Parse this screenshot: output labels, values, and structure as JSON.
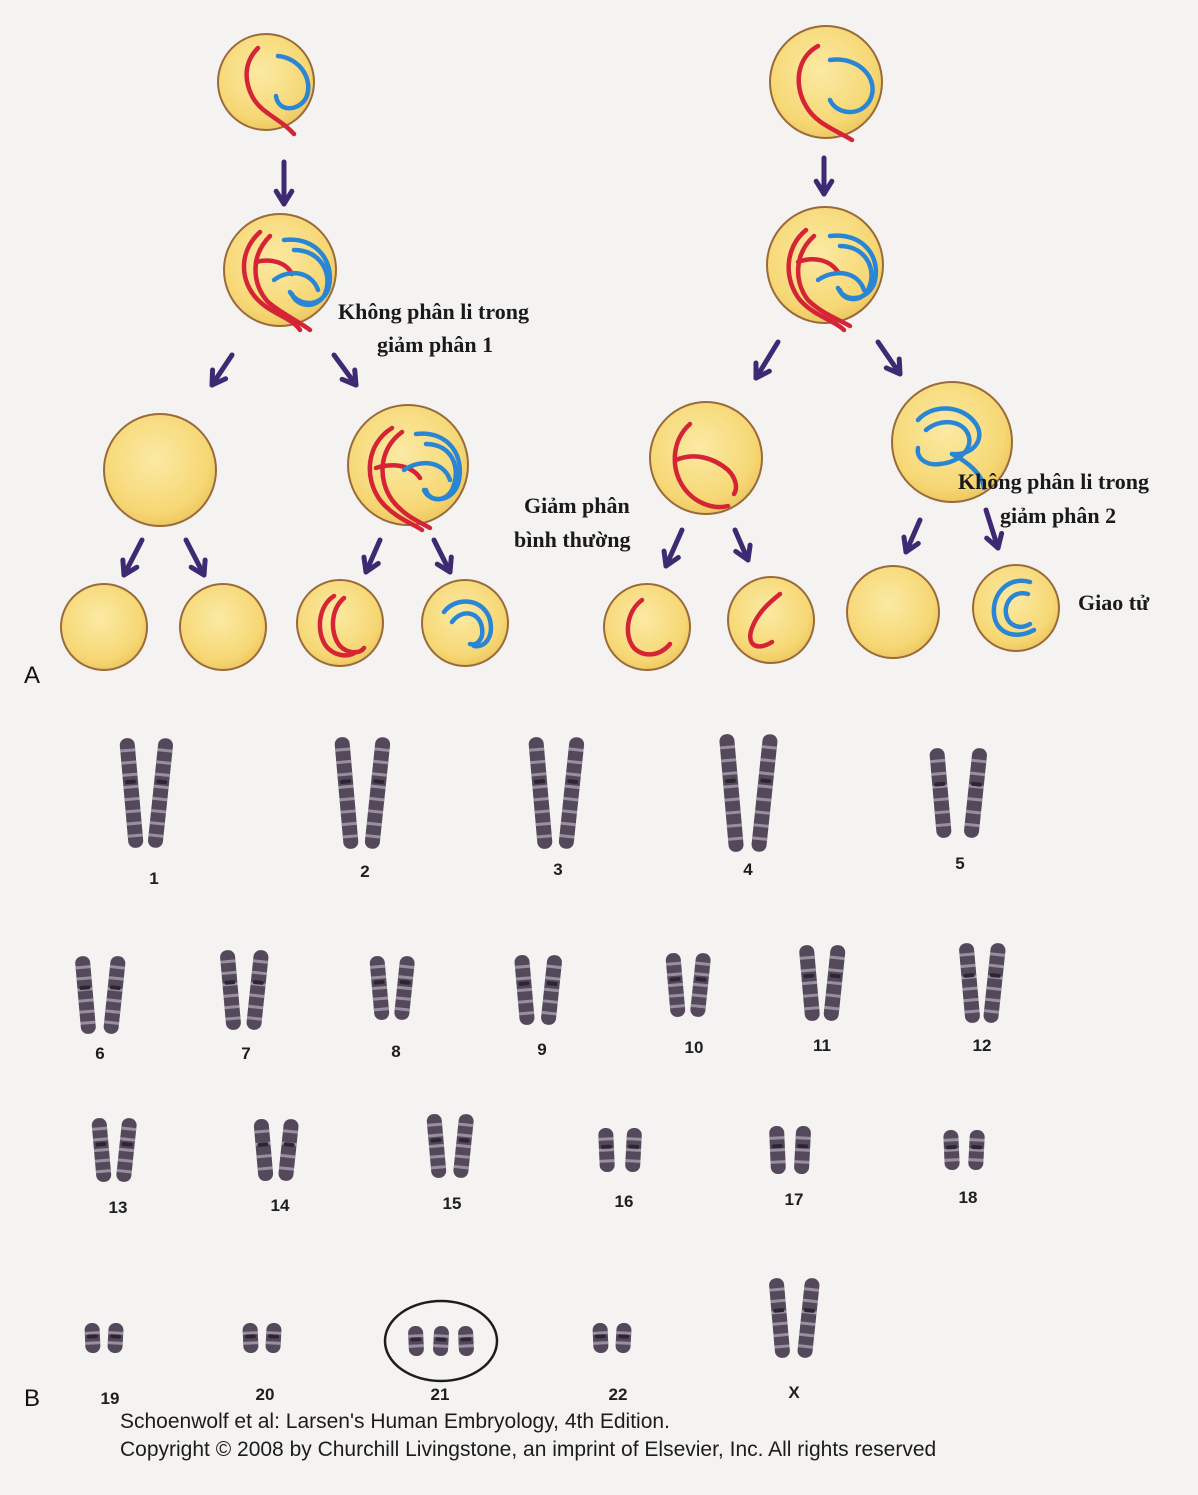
{
  "labels": {
    "nondisjunction_meiosis1_line1": "Không phân li trong",
    "nondisjunction_meiosis1_line2": "giảm phân 1",
    "normal_meiosis_line1": "Giảm phân",
    "normal_meiosis_line2": "bình thường",
    "nondisjunction_meiosis2_line1": "Không phân li trong",
    "nondisjunction_meiosis2_line2": "giảm phân 2",
    "gamete": "Giao tử"
  },
  "panels": {
    "a": "A",
    "b": "B"
  },
  "karyotype": [
    {
      "label": "1",
      "count": 2
    },
    {
      "label": "2",
      "count": 2
    },
    {
      "label": "3",
      "count": 2
    },
    {
      "label": "4",
      "count": 2
    },
    {
      "label": "5",
      "count": 2
    },
    {
      "label": "6",
      "count": 2
    },
    {
      "label": "7",
      "count": 2
    },
    {
      "label": "8",
      "count": 2
    },
    {
      "label": "9",
      "count": 2
    },
    {
      "label": "10",
      "count": 2
    },
    {
      "label": "11",
      "count": 2
    },
    {
      "label": "12",
      "count": 2
    },
    {
      "label": "13",
      "count": 2
    },
    {
      "label": "14",
      "count": 2
    },
    {
      "label": "15",
      "count": 2
    },
    {
      "label": "16",
      "count": 2
    },
    {
      "label": "17",
      "count": 2
    },
    {
      "label": "18",
      "count": 2
    },
    {
      "label": "19",
      "count": 2
    },
    {
      "label": "20",
      "count": 2
    },
    {
      "label": "21",
      "count": 3
    },
    {
      "label": "22",
      "count": 2
    },
    {
      "label": "X",
      "count": 2
    }
  ],
  "caption": {
    "line1": "Schoenwolf et al: Larsen's Human Embryology, 4th Edition.",
    "line2": "Copyright © 2008 by Churchill Livingstone, an imprint of Elsevier, Inc. All rights reserved"
  },
  "colors": {
    "cell_fill": "#f7dc7a",
    "cell_stroke": "#9a6a3a",
    "maternal_chromosome": "#d42436",
    "paternal_chromosome": "#2a86d4",
    "arrow": "#3d2a72",
    "karyotype_chromosome": "#54495a"
  }
}
